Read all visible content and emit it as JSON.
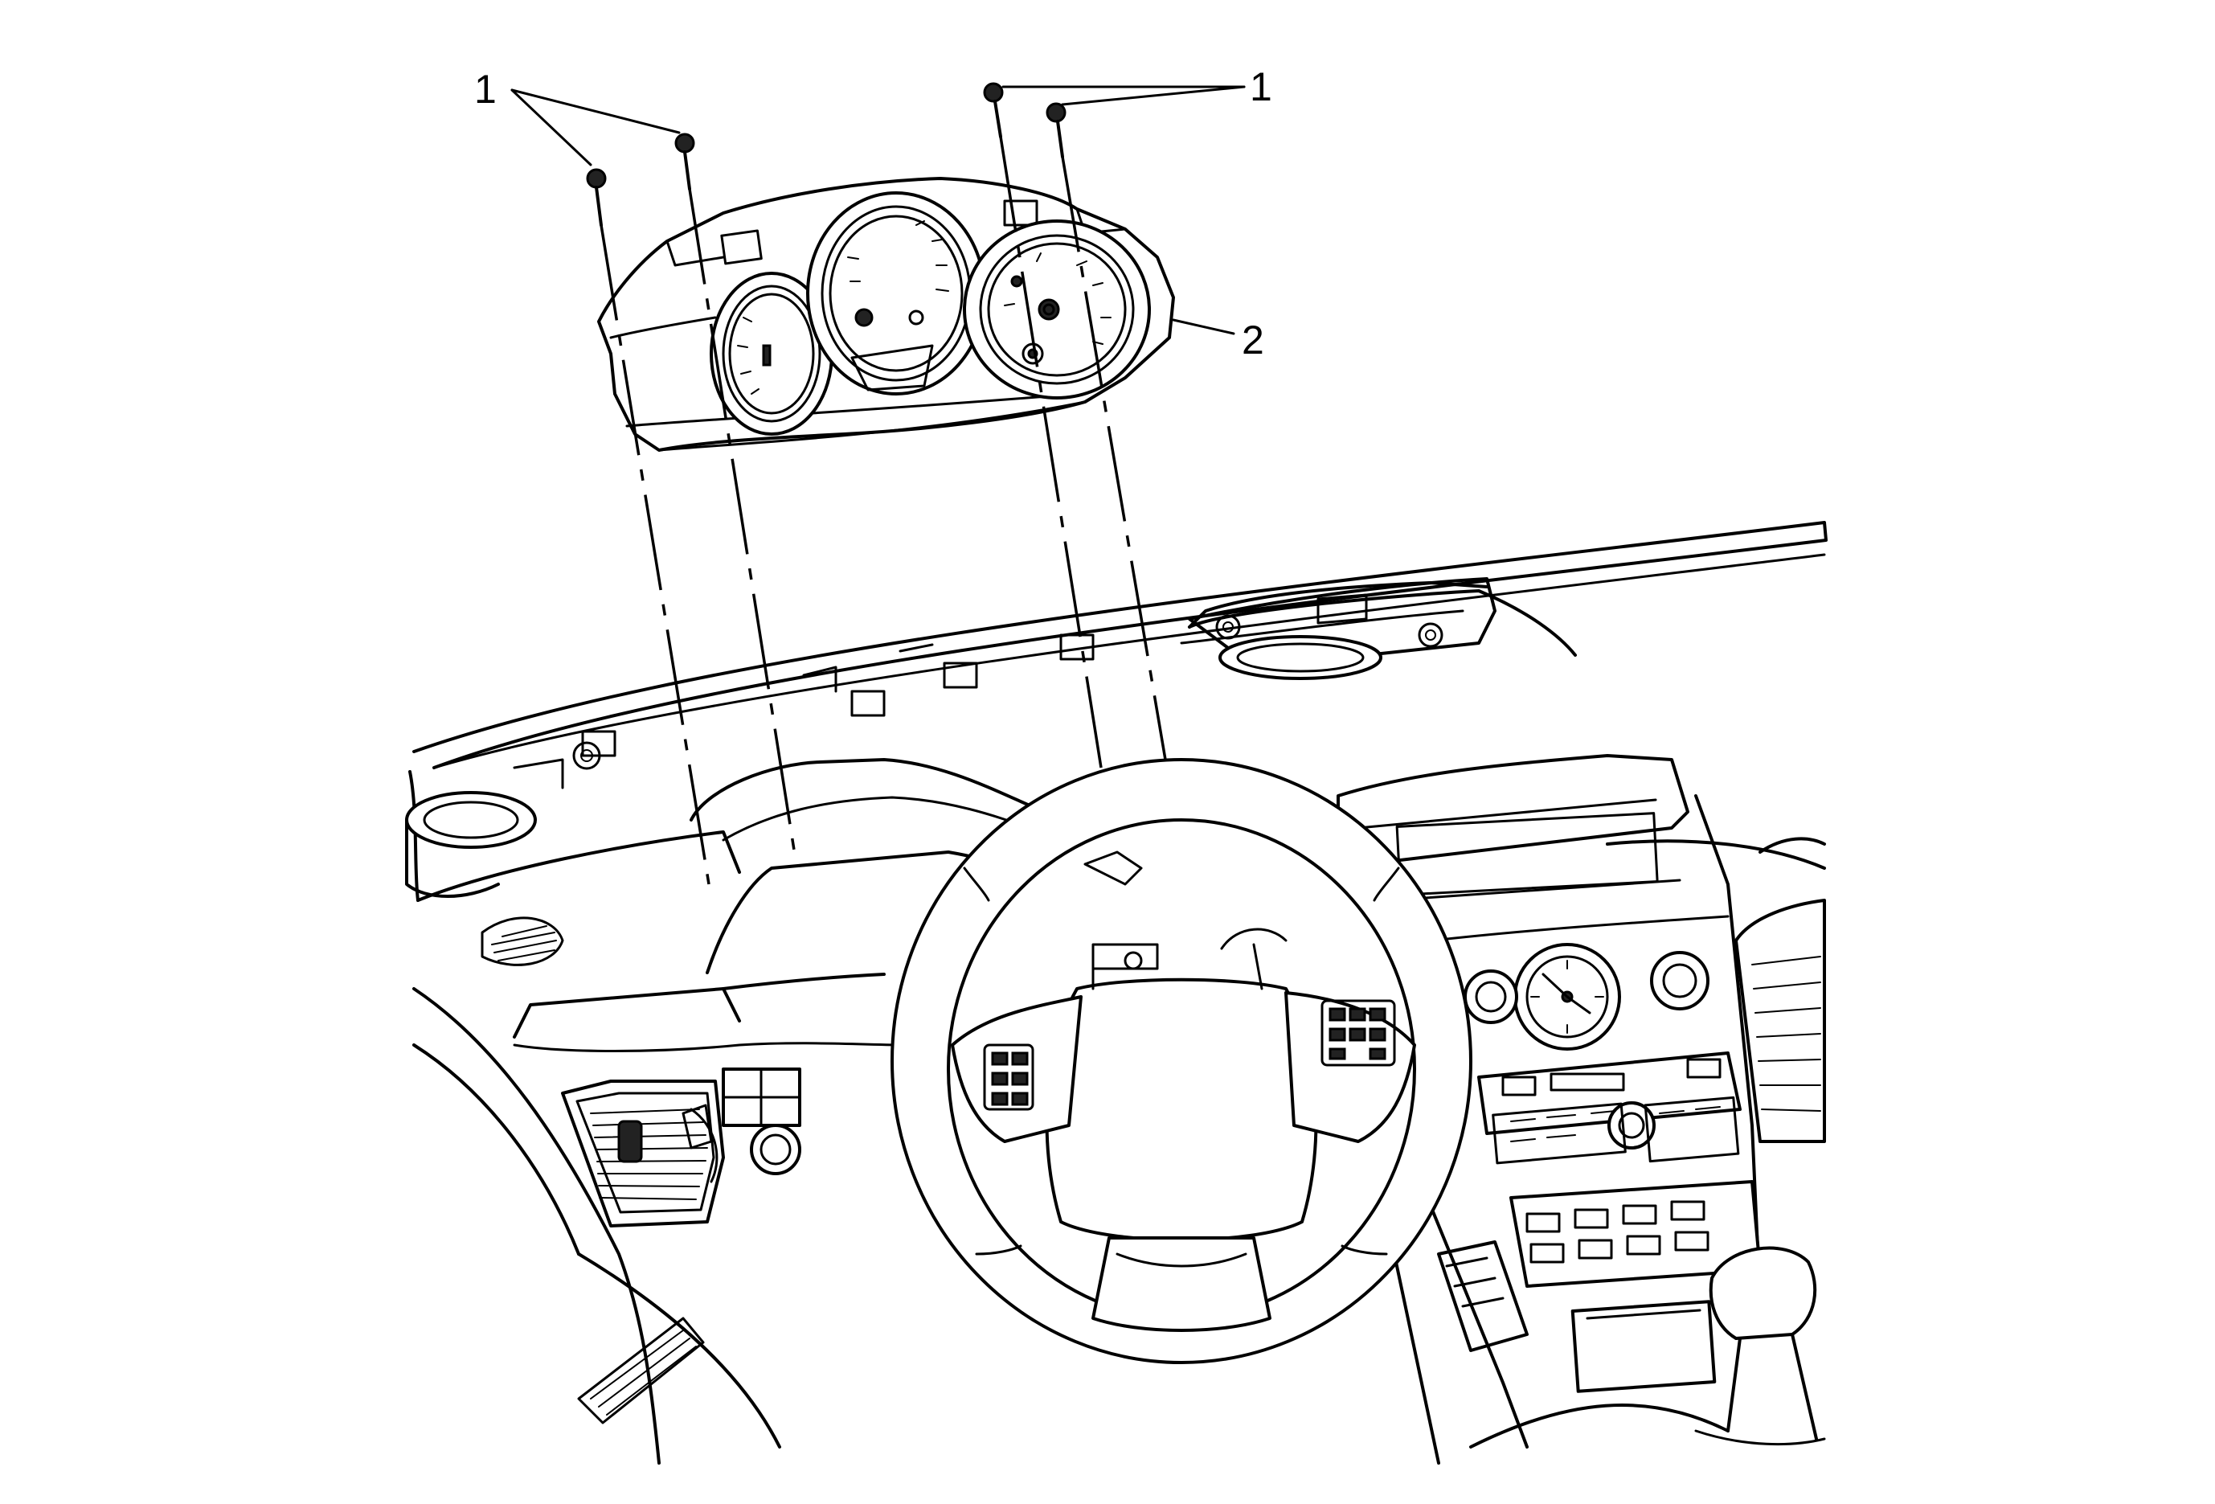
{
  "callouts": {
    "screws_left": "1",
    "screws_right": "1",
    "cluster": "2"
  }
}
